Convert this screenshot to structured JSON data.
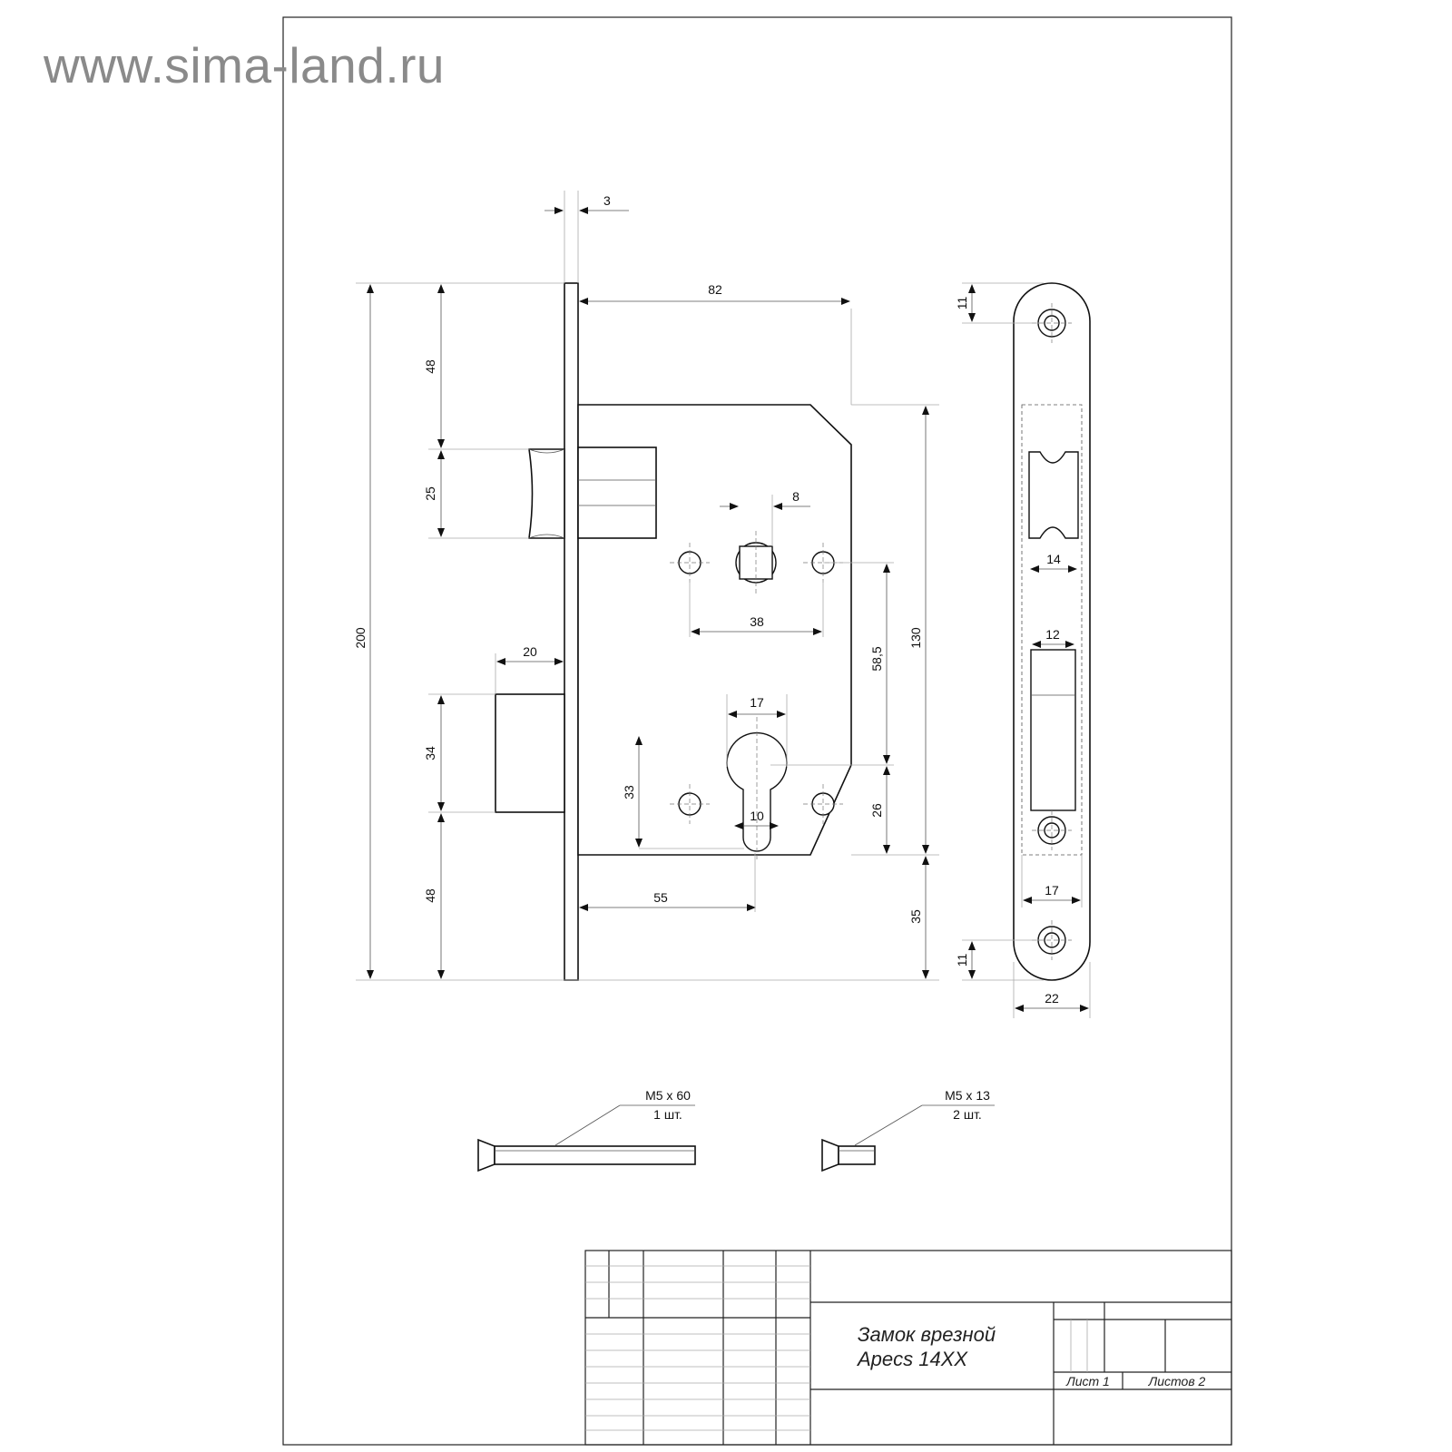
{
  "watermark": "www.sima-land.ru",
  "dimensions": {
    "faceplate_thickness": "3",
    "case_depth": "82",
    "spindle_size": "8",
    "total_height": "200",
    "top_to_latch": "48",
    "latch_height": "25",
    "bolt_throw": "20",
    "bolt_height": "34",
    "bolt_to_bottom": "48",
    "body_height": "130",
    "spindle_to_cylinder": "58,5",
    "cylinder_to_case_bottom": "26",
    "case_bottom_to_plate_end": "35",
    "screw_hole_spacing": "38",
    "cylinder_width": "17",
    "cylinder_height": "33",
    "cylinder_slot": "10",
    "backset": "55"
  },
  "strike": {
    "top_offset": "11",
    "bottom_offset": "11",
    "latch_window_width": "14",
    "bolt_window_width": "12",
    "pocket_width": "17",
    "plate_width": "22"
  },
  "screws": {
    "long_spec": "M5 x 60",
    "long_qty": "1 шт.",
    "short_spec": "M5 x 13",
    "short_qty": "2 шт."
  },
  "title_block": {
    "title_line1": "Замок врезной",
    "title_line2": "Apecs 14XX",
    "sheet_label": "Лист 1",
    "sheets_label": "Листов 2"
  }
}
